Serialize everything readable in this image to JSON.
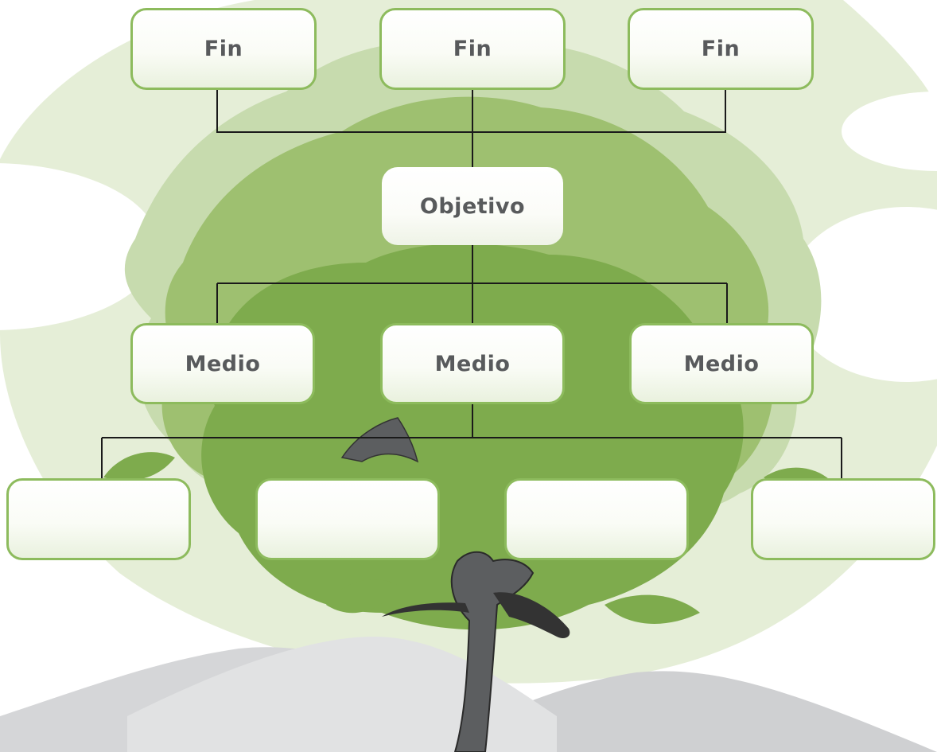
{
  "diagram": {
    "ends": [
      "Fin",
      "Fin",
      "Fin"
    ],
    "objective": "Objetivo",
    "means": [
      "Medio",
      "Medio",
      "Medio"
    ],
    "activities": [
      "",
      "",
      "",
      ""
    ]
  },
  "colors": {
    "node_border": "#8dbb5d",
    "node_text": "#585a5c",
    "connector": "#1a1a1a",
    "foliage_dark": "#7aa84a",
    "foliage_mid": "#98bd6b",
    "foliage_light": "#c3d8a6",
    "halo": "#e3edd4",
    "trunk": "#595b5d",
    "hills": "#d9dadb"
  }
}
